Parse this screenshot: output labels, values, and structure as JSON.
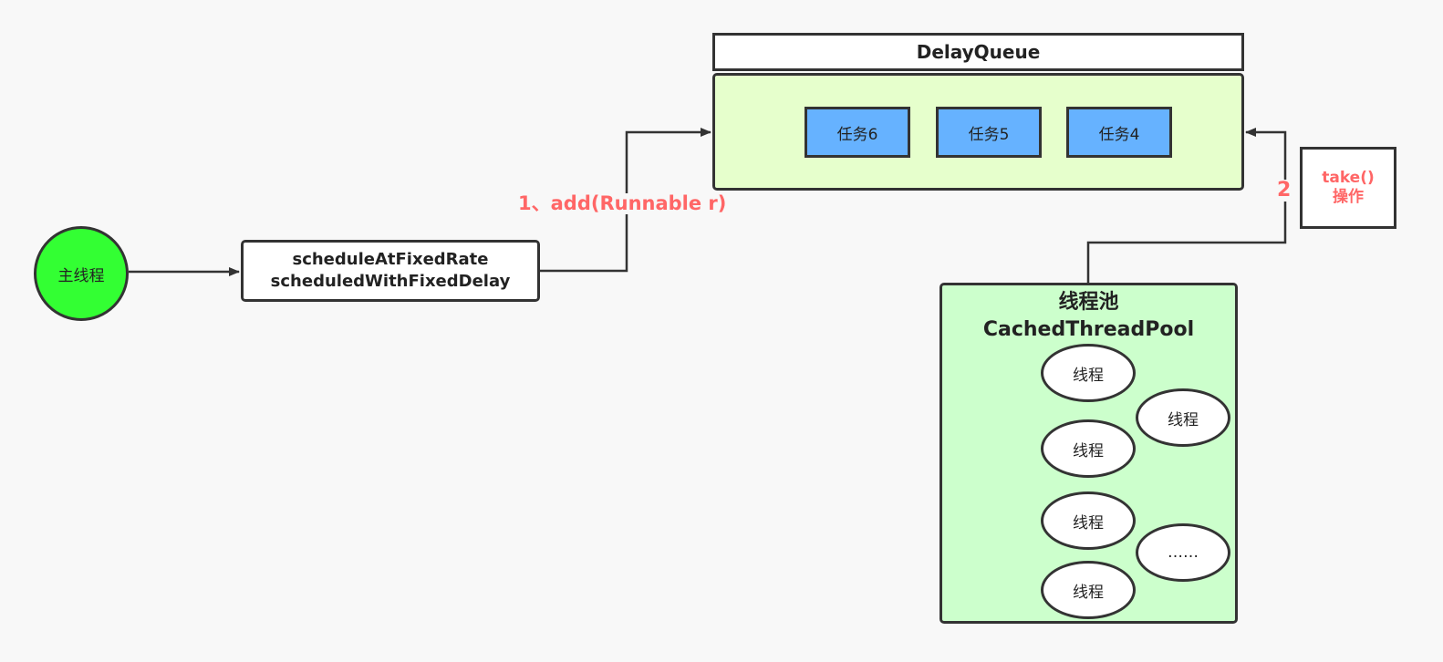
{
  "main_thread": {
    "label": "主线程",
    "fill": "#33ff33"
  },
  "schedule_methods": [
    "scheduleAtFixedRate",
    "scheduledWithFixedDelay"
  ],
  "delay_queue": {
    "title": "DelayQueue",
    "fill": "#e6ffcc",
    "tasks": [
      "任务6",
      "任务5",
      "任务4"
    ],
    "task_fill": "#66b2ff"
  },
  "edges": {
    "add_label": "1、add(Runnable r)",
    "step2_label": "2",
    "label_color": "#ff6666"
  },
  "take_box": {
    "line1": "take()",
    "line2": "操作"
  },
  "thread_pool": {
    "title_cn": "线程池",
    "title_en": "CachedThreadPool",
    "fill": "#ccffcc",
    "threads": [
      "线程",
      "线程",
      "线程",
      "线程",
      "线程",
      "……"
    ]
  }
}
